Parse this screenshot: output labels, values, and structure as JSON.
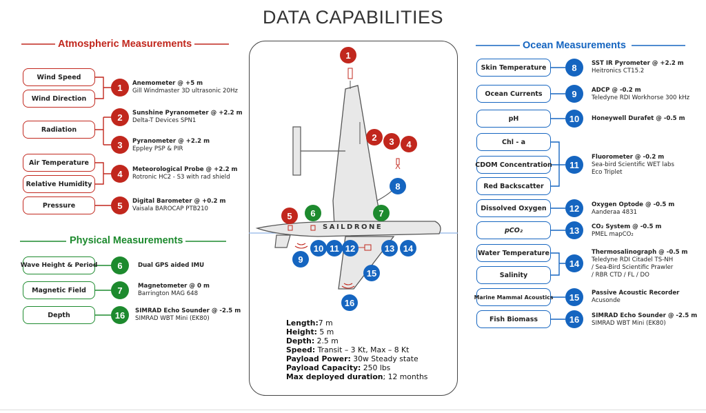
{
  "title": "DATA CAPABILITIES",
  "colors": {
    "atmospheric": "#c1271d",
    "physical": "#1d8a2e",
    "ocean": "#1565c0"
  },
  "sections": {
    "atmospheric": "Atmospheric Measurements",
    "physical": "Physical Measurements",
    "ocean": "Ocean Measurements"
  },
  "atmospheric": {
    "pills": [
      "Wind Speed",
      "Wind Direction",
      "Radiation",
      "Air Temperature",
      "Relative Humidity",
      "Pressure"
    ],
    "sensors": [
      {
        "num": "1",
        "name": "Anemometer @ +5 m",
        "detail": "Gill Windmaster 3D ultrasonic 20Hz"
      },
      {
        "num": "2",
        "name": "Sunshine Pyranometer @ +2.2 m",
        "detail": "Delta-T Devices SPN1"
      },
      {
        "num": "3",
        "name": "Pyranometer @ +2.2 m",
        "detail": "Eppley PSP & PIR"
      },
      {
        "num": "4",
        "name": "Meteorological Probe @ +2.2 m",
        "detail": "Rotronic HC2 - S3 with rad shield"
      },
      {
        "num": "5",
        "name": "Digital Barometer @ +0.2 m",
        "detail": "Vaisala BAROCAP PTB210"
      }
    ]
  },
  "physical": {
    "pills": [
      "Wave Height & Period",
      "Magnetic Field",
      "Depth"
    ],
    "sensors": [
      {
        "num": "6",
        "name": "Dual GPS aided IMU",
        "detail": ""
      },
      {
        "num": "7",
        "name": "Magnetometer @ 0 m",
        "detail": "Barrington MAG 648"
      },
      {
        "num": "16",
        "name": "SIMRAD Echo Sounder @ -2.5 m",
        "detail": "SIMRAD WBT Mini (EK80)"
      }
    ]
  },
  "ocean": {
    "pills": [
      "Skin Temperature",
      "Ocean Currents",
      "pH",
      "Chl - a",
      "CDOM Concentration",
      "Red Backscatter",
      "Dissolved Oxygen",
      "pCO₂",
      "Water Temperature",
      "Salinity",
      "Marine Mammal Acoustics",
      "Fish Biomass"
    ],
    "sensors": [
      {
        "num": "8",
        "name": "SST IR Pyrometer @ +2.2 m",
        "detail": "Heitronics CT15.2"
      },
      {
        "num": "9",
        "name": "ADCP @ -0.2 m",
        "detail": "Teledyne RDI Workhorse 300 kHz"
      },
      {
        "num": "10",
        "name": "Honeywell Durafet @ -0.5 m",
        "detail": ""
      },
      {
        "num": "11",
        "name": "Fluorometer @ -0.2 m",
        "detail": "Sea-bird Scientific WET labs",
        "detail2": "Eco Triplet"
      },
      {
        "num": "12",
        "name": "Oxygen Optode @ -0.5 m",
        "detail": "Aanderaa 4831"
      },
      {
        "num": "13",
        "name": "CO₂ System @ -0.5 m",
        "detail": "PMEL mapCO₂"
      },
      {
        "num": "14",
        "name": "Thermosalinograph @ -0.5 m",
        "detail": "Teledyne RDI Citadel TS-NH",
        "detail2": "/ Sea-Bird Scientific Prawler",
        "detail3": "/ RBR CTD / FL / DO"
      },
      {
        "num": "15",
        "name": "Passive Acoustic Recorder",
        "detail": "Acusonde"
      },
      {
        "num": "16",
        "name": "SIMRAD Echo Sounder @ -2.5 m",
        "detail": "SIMRAD WBT Mini (EK80)"
      }
    ]
  },
  "drone": {
    "label": "SAILDRONE",
    "markers": [
      "1",
      "2",
      "3",
      "4",
      "5",
      "6",
      "7",
      "8",
      "9",
      "10",
      "11",
      "12",
      "13",
      "14",
      "15",
      "16"
    ]
  },
  "specs": [
    {
      "label": "Length:",
      "value": "7 m"
    },
    {
      "label": "Height:",
      "value": " 5 m"
    },
    {
      "label": "Depth:",
      "value": " 2.5 m"
    },
    {
      "label": "Speed:",
      "value": " Transit – 3 Kt, Max – 8 Kt"
    },
    {
      "label": "Payload Power:",
      "value": " 30w Steady state"
    },
    {
      "label": "Payload Capacity:",
      "value": " 250 lbs"
    },
    {
      "label": "Max deployed duration",
      "value": "; 12 months"
    }
  ]
}
